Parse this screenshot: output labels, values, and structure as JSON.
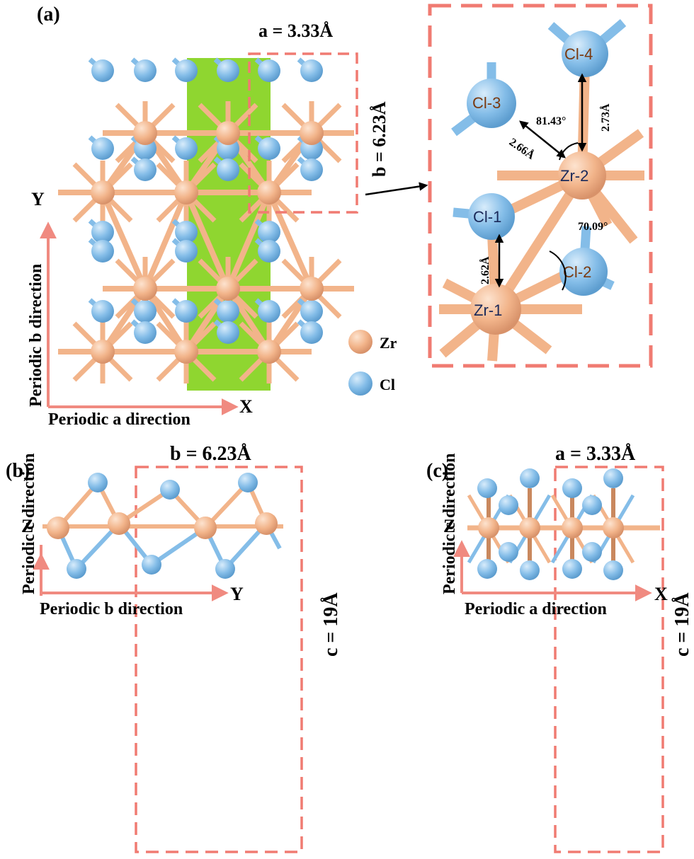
{
  "panels": {
    "a": {
      "tag": "(a)",
      "lattice_a": "a = 3.33Å",
      "lattice_b": "b = 6.23Å",
      "axis_y": "Y",
      "axis_x": "X",
      "dir_b": "Periodic b direction",
      "dir_a": "Periodic a direction",
      "legend": [
        {
          "name": "Zr",
          "color": "#f2b48a"
        },
        {
          "name": "Cl",
          "color": "#84bde8"
        }
      ],
      "zoom": {
        "atoms": [
          "Cl-1",
          "Cl-2",
          "Cl-3",
          "Cl-4",
          "Zr-1",
          "Zr-2"
        ],
        "bond_zr1_cl1": "2.62Å",
        "bond_zr2_cl3": "2.66Å",
        "bond_zr2_cl4": "2.73Å",
        "angle_cl3_zr2_cl4": "81.43°",
        "angle_zr2_zr1_cl2": "70.09°"
      }
    },
    "b": {
      "tag": "(b)",
      "lattice_b": "b = 6.23Å",
      "lattice_c": "c = 19Å",
      "axis_z": "Z",
      "axis_y": "Y",
      "dir_c": "Periodic c direction",
      "dir_b": "Periodic b direction"
    },
    "c": {
      "tag": "(c)",
      "lattice_a": "a = 3.33Å",
      "lattice_c": "c = 19Å",
      "axis_z": "Z",
      "axis_x": "X",
      "dir_c": "Periodic c direction",
      "dir_a": "Periodic a direction"
    }
  },
  "colors": {
    "zr": "#f2b48a",
    "cl": "#84bde8",
    "dash": "#f07b72",
    "axis": "#f08a80",
    "highlight": "#8fd630"
  }
}
